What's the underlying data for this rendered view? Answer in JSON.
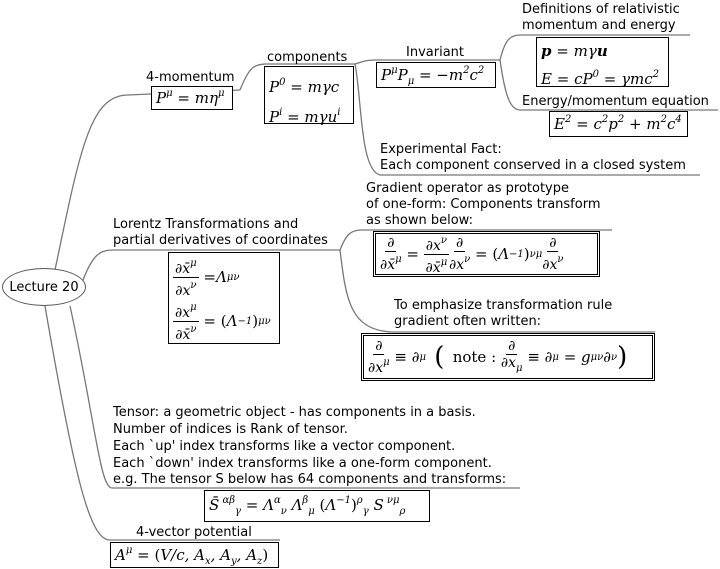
{
  "root": {
    "label": "Lecture 20"
  },
  "four_momentum": {
    "label": "4-momentum",
    "equation": "P^μ = mη^μ"
  },
  "components": {
    "label": "components",
    "eq1": "P⁰ = mγc",
    "eq2": "Pⁱ = mγuⁱ"
  },
  "invariant": {
    "label": "Invariant",
    "equation": "P^μ P_μ = −m²c²"
  },
  "relativistic": {
    "label_line1": "Definitions of relativistic",
    "label_line2": "momentum and energy",
    "eq1": "p = mγu",
    "eq2": "E = cP⁰ = γmc²"
  },
  "energy_momentum": {
    "label": "Energy/momentum equation",
    "equation": "E² = c²p² + m²c⁴"
  },
  "experimental": {
    "line1": "Experimental Fact:",
    "line2": "Each component conserved in a closed system"
  },
  "lorentz": {
    "label_line1": "Lorentz Transformations and",
    "label_line2": "partial derivatives of coordinates",
    "eq1": "∂x̄^μ/∂x^ν = Λ^μ_ν",
    "eq2": "∂x^μ/∂x̄^ν = (Λ⁻¹)^μ_ν"
  },
  "gradient": {
    "label_line1": "Gradient operator as prototype",
    "label_line2": "of one-form: Components transform",
    "label_line3": "as shown below:",
    "equation": "∂/∂x̄^μ = (∂x^ν/∂x̄^μ)(∂/∂x^ν) = (Λ⁻¹)^ν_μ ∂/∂x^ν"
  },
  "emphasize": {
    "label_line1": "To emphasize transformation rule",
    "label_line2": "gradient often written:",
    "equation": "∂/∂x^μ ≡ ∂_μ (note : ∂/∂x_μ ≡ ∂^μ = g^μν ∂_ν)",
    "note_word": "note :"
  },
  "tensor": {
    "line1": "Tensor: a geometric object - has components in a basis.",
    "line2": "Number of indices is Rank of tensor.",
    "line3": "Each `up' index transforms like a vector component.",
    "line4": "Each `down' index transforms like a one-form component.",
    "line5": "e.g. The tensor S below has 64 components and transforms:",
    "equation": "S̄^αβ_γ = Λ^α_ν Λ^β_μ (Λ⁻¹)^ρ_γ S^νμ_ρ"
  },
  "potential": {
    "label": "4-vector potential",
    "equation": "A^μ = (V/c, A_x, A_y, A_z)"
  }
}
